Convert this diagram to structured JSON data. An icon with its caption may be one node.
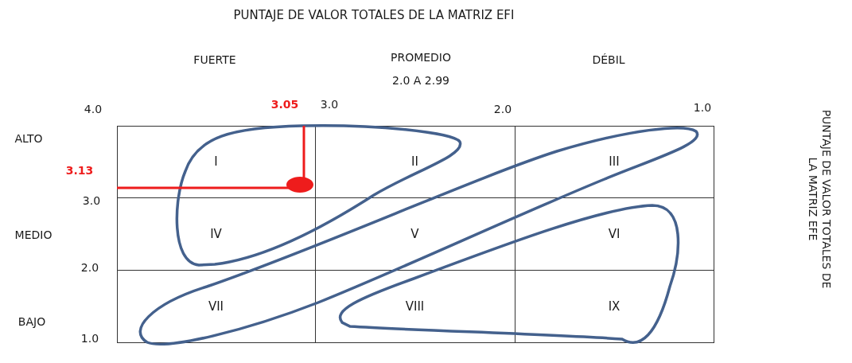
{
  "diagram": {
    "title": "PUNTAJE DE VALOR TOTALES DE LA MATRIZ EFI",
    "nodes": [
      {
        "text": [
          "I"
        ]
      },
      {
        "text": [
          "II"
        ]
      },
      {
        "text": [
          "III"
        ]
      },
      {
        "text": [
          "IV"
        ]
      },
      {
        "text": [
          "V"
        ]
      },
      {
        "text": [
          "VI"
        ]
      },
      {
        "text": [
          "VII"
        ]
      },
      {
        "text": [
          "VIII"
        ]
      },
      {
        "text": [
          "IX"
        ]
      }
    ],
    "edges": [],
    "labels": [
      "FUERTE",
      "PROMEDIO",
      "2.0 A 2.99",
      "DÉBIL",
      "4.0",
      "3.05",
      "3.0",
      "2.0",
      "1.0",
      "ALTO",
      "3.13",
      "3.0",
      "MEDIO",
      "2.0",
      "BAJO",
      "1.0",
      "PUNTAJE DE VALOR TOTALES DE LA MATRIZ EFE"
    ]
  }
}
